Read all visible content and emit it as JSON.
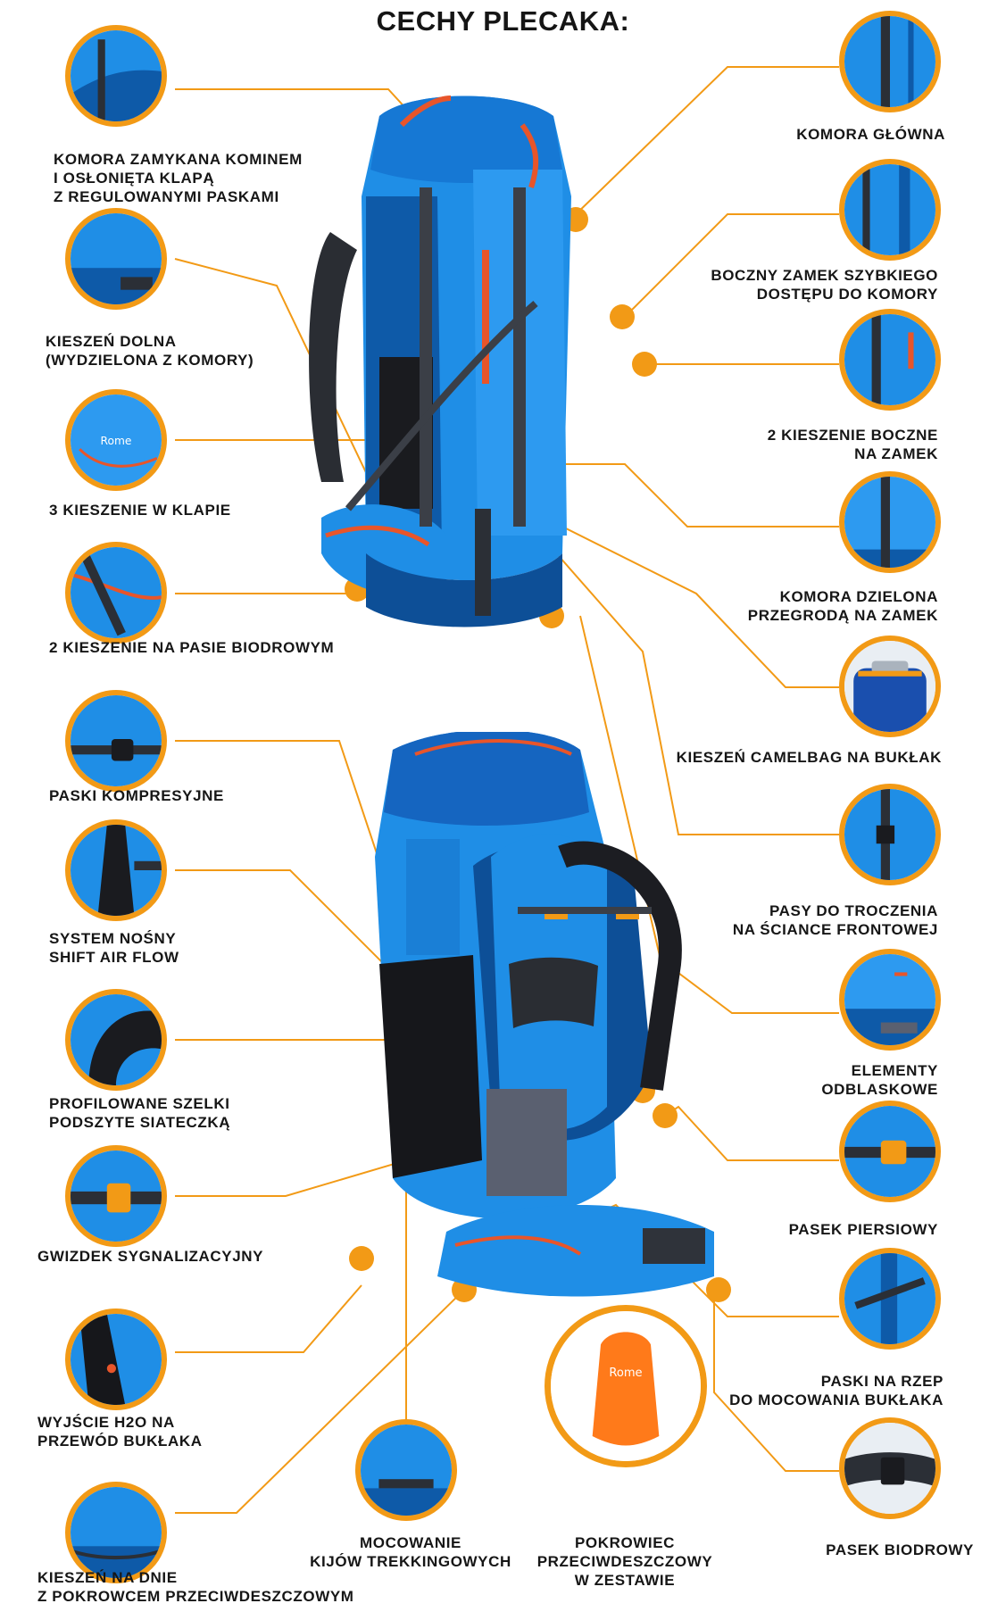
{
  "title": "CECHY PLECAKA:",
  "colors": {
    "accent": "#f29a16",
    "bag_blue": "#1f8ee6",
    "bag_dark": "#0e5aa8",
    "trim": "#e8552a"
  },
  "labels": {
    "komora_komin": "KOMORA ZAMYKANA KOMINEM\nI OSŁONIĘTA KLAPĄ\nZ REGULOWANYMI PASKAMI",
    "kieszen_dolna": "KIESZEŃ DOLNA\n(WYDZIELONA Z KOMORY)",
    "kieszenie_klapa": "3 KIESZENIE W KLAPIE",
    "kieszenie_pas": "2 KIESZENIE NA PASIE BIODROWYM",
    "paski_kompresyjne": "PASKI KOMPRESYJNE",
    "system_nosny": "SYSTEM NOŚNY\nSHIFT AIR FLOW",
    "szelki": "PROFILOWANE SZELKI\nPODSZYTE SIATECZKĄ",
    "gwizdek": "GWIZDEK SYGNALIZACYJNY",
    "wyjscie_h2o": "WYJŚCIE H2O NA\nPRZEWÓD BUKŁAKA",
    "kieszen_dno": "KIESZEŃ NA DNIE\nZ POKROWCEM PRZECIWDESZCZOWYM",
    "komora_glowna": "KOMORA GŁÓWNA",
    "boczny_zamek": "BOCZNY ZAMEK SZYBKIEGO\nDOSTĘPU DO KOMORY",
    "kieszenie_boczne": "2 KIESZENIE BOCZNE\nNA ZAMEK",
    "komora_dzielona": "KOMORA DZIELONA\nPRZEGRODĄ NA ZAMEK",
    "camelbag": "KIESZEŃ CAMELBAG NA BUKŁAK",
    "pasy_troczenia": "PASY DO TROCZENIA\nNA ŚCIANCE FRONTOWEJ",
    "odblaskowe": "ELEMENTY\nODBLASKOWE",
    "pasek_piersiowy": "PASEK PIERSIOWY",
    "paski_rzep": "PASKI NA RZEP\nDO MOCOWANIA BUKŁAKA",
    "pasek_biodrowy": "PASEK BIODROWY",
    "mocowanie_kijow": "MOCOWANIE\nKIJÓW TREKKINGOWYCH",
    "pokrowiec": "POKROWIEC\nPRZECIWDESZCZOWY\nW ZESTAWIE"
  },
  "logo_text": "Rome"
}
